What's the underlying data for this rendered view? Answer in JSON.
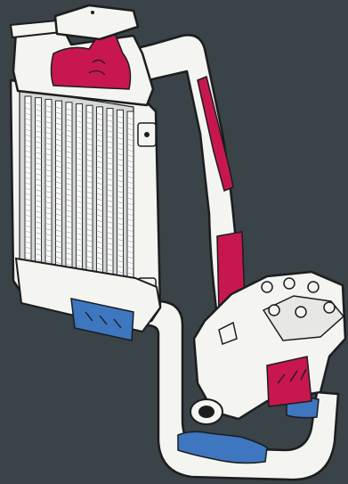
{
  "diagram": {
    "colors": {
      "background": "#3a4347",
      "outline": "#1b1d1f",
      "component_white": "#f4f4f1",
      "fin_shadow": "#9aa0a2",
      "hot_coolant": "#c8174f",
      "cold_coolant": "#3e76c0"
    },
    "components": [
      {
        "id": "radiator",
        "label": ""
      },
      {
        "id": "radiator-cap",
        "label": ""
      },
      {
        "id": "upper-hose",
        "label": ""
      },
      {
        "id": "lower-hose",
        "label": ""
      },
      {
        "id": "engine-block",
        "label": ""
      }
    ],
    "flow": [
      {
        "id": "hot-coolant-in-tank",
        "state": "hot"
      },
      {
        "id": "hot-coolant-in-upper-hose",
        "state": "hot"
      },
      {
        "id": "hot-coolant-in-engine",
        "state": "hot"
      },
      {
        "id": "cold-coolant-radiator-outlet",
        "state": "cold"
      },
      {
        "id": "cold-coolant-lower-hose",
        "state": "cold"
      },
      {
        "id": "cold-coolant-pump-inlet",
        "state": "cold"
      }
    ]
  }
}
